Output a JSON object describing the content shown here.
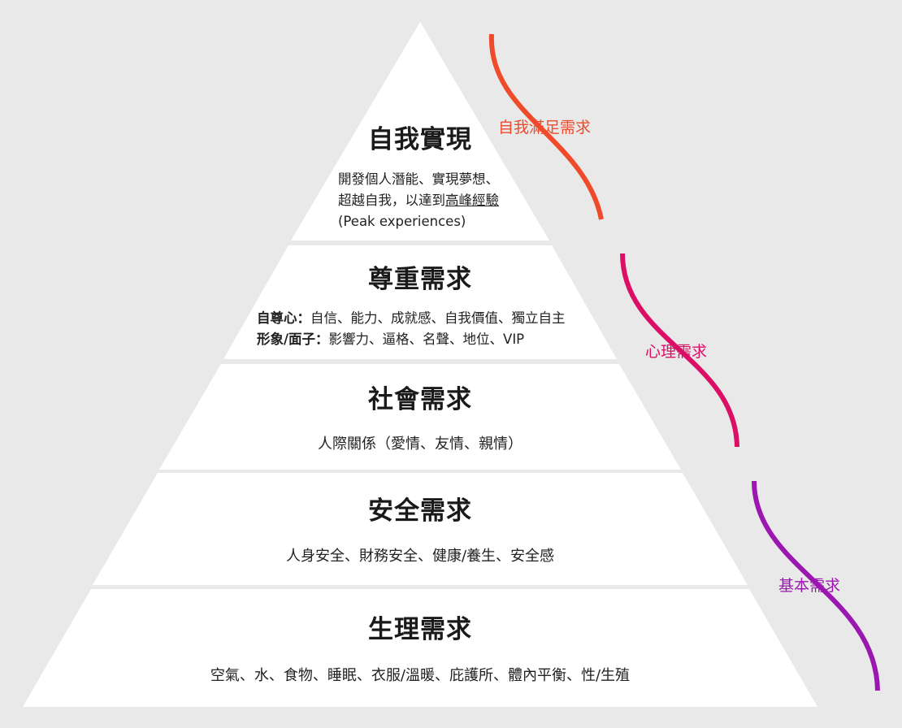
{
  "levels": [
    {
      "title": "自我實現",
      "desc_lines": [
        "開發個人潛能、實現夢想、",
        "超越自我，以達到"
      ],
      "desc_highlight": "高峰經驗",
      "desc_english": "(Peak experiences)"
    },
    {
      "title": "尊重需求",
      "esteem_rows": [
        {
          "label": "自尊心：",
          "text": "自信、能力、成就感、自我價值、獨立自主"
        },
        {
          "label": "形象/面子：",
          "text": "影響力、逼格、名聲、地位、VIP"
        }
      ]
    },
    {
      "title": "社會需求",
      "desc": "人際關係（愛情、友情、親情）"
    },
    {
      "title": "安全需求",
      "desc": "人身安全、財務安全、健康/養生、安全感"
    },
    {
      "title": "生理需求",
      "desc": "空氣、水、食物、睡眠、衣服/溫暖、庇護所、體內平衡、性/生殖"
    }
  ],
  "groups": [
    {
      "label": "自我滿足需求",
      "color": "#ef4b2b"
    },
    {
      "label": "心理需求",
      "color": "#dc0f66"
    },
    {
      "label": "基本需求",
      "color": "#9a17b0"
    }
  ],
  "colors": {
    "background": "#e9e9e9",
    "tier_fill": "#ffffff"
  }
}
